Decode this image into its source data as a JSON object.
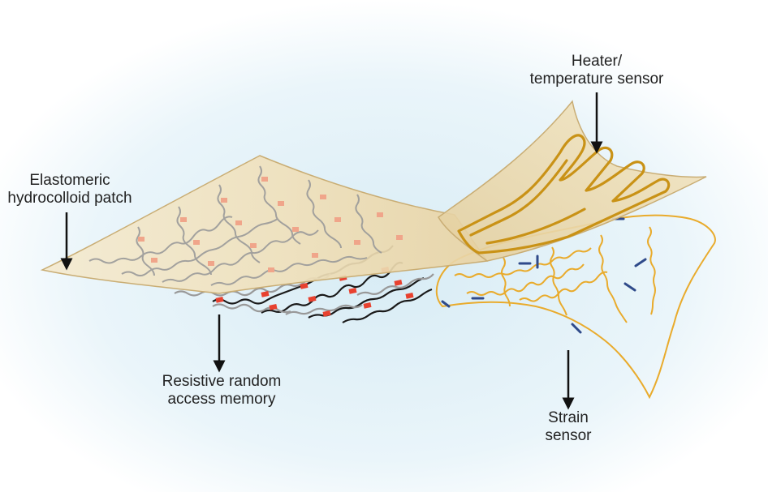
{
  "labels": {
    "patch": {
      "line1": "Elastomeric",
      "line2": "hydrocolloid patch"
    },
    "heater": {
      "line1": "Heater/",
      "line2": "temperature sensor"
    },
    "rram": {
      "line1": "Resistive random",
      "line2": "access memory"
    },
    "strain": {
      "line1": "Strain",
      "line2": "sensor"
    }
  },
  "colors": {
    "background_glow": "#d8ecf5",
    "patch_fill": "#efe2bf",
    "patch_edge": "#c9ad74",
    "gold_trace": "#e9ab2c",
    "heater_trace": "#c99216",
    "memory_cell": "#e8412f",
    "memory_cell_light": "#f0a58a",
    "wire_gray": "#999999",
    "wire_black": "#1a1a1a",
    "strain_gauge": "#2f4a8a",
    "arrow": "#111111"
  }
}
